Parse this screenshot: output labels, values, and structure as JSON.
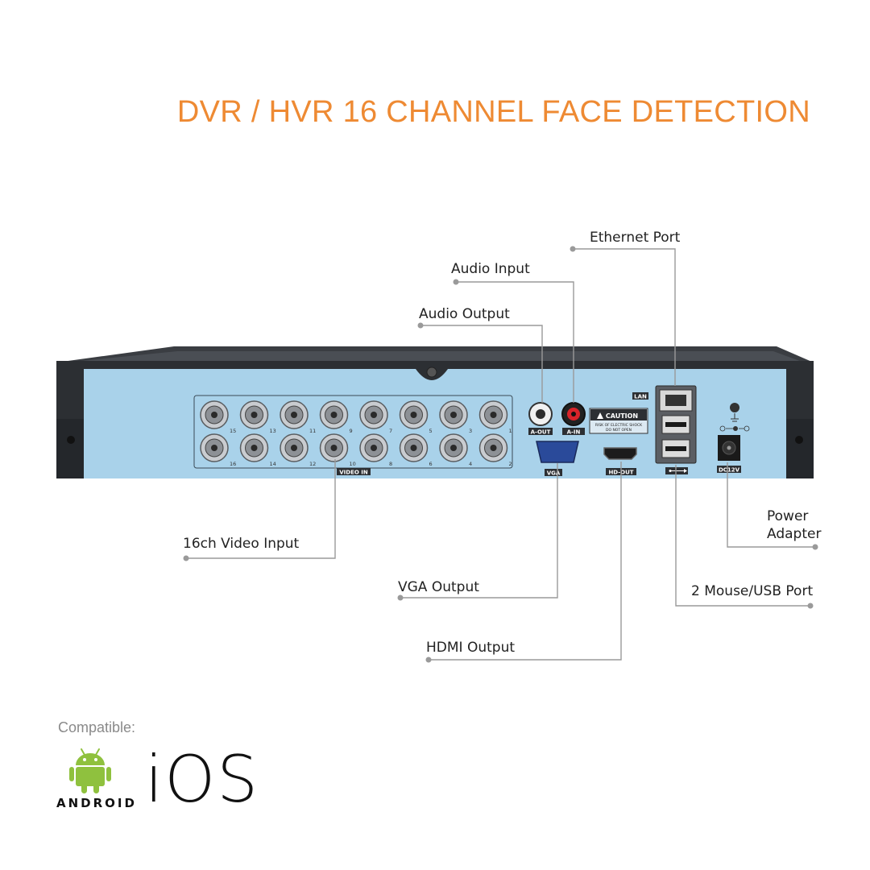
{
  "title": "DVR / HVR 16 CHANNEL FACE DETECTION",
  "callouts": {
    "ethernet": "Ethernet Port",
    "audio_input": "Audio Input",
    "audio_output": "Audio Output",
    "video_input": "16ch Video Input",
    "vga_output": "VGA Output",
    "hdmi_output": "HDMI Output",
    "power_line1": "Power",
    "power_line2": "Adapter",
    "usb": "2 Mouse/USB Port"
  },
  "panel_labels": {
    "video_in": "VIDEO IN",
    "a_out": "A-OUT",
    "a_in": "A-IN",
    "vga": "VGA",
    "hd_out": "HD-OUT",
    "lan": "LAN",
    "caution": "CAUTION",
    "caution_line1": "RISK OF ELECTRIC SHOCK",
    "caution_line2": "DO NOT OPEN",
    "dc12v": "DC12V",
    "top_row_numbers": [
      "15",
      "13",
      "11",
      "9",
      "7",
      "5",
      "3",
      "1"
    ],
    "bottom_row_numbers": [
      "16",
      "14",
      "12",
      "10",
      "8",
      "6",
      "4",
      "2"
    ]
  },
  "compatible": {
    "label": "Compatible:",
    "android_word": "ANDROID",
    "ios_word": "iOS"
  },
  "colors": {
    "title": "#ee8a33",
    "panel": "#a9d2ea",
    "chassis": "#2c2f33",
    "leader": "#9a9a9a",
    "android_green": "#8fc13e"
  },
  "icons": [
    "android-robot-icon",
    "usb-icon",
    "dc-polarity-icon",
    "ground-icon",
    "warning-triangle-icon"
  ]
}
